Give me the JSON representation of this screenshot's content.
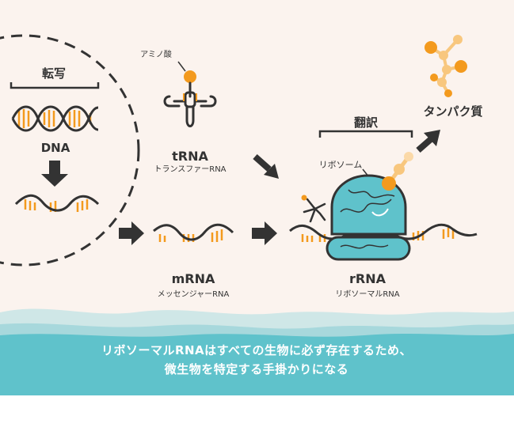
{
  "labels": {
    "transcription": "転写",
    "dna": "DNA",
    "amino_acid": "アミノ酸",
    "trna": "tRNA",
    "trna_sub": "トランスファーRNA",
    "mrna": "mRNA",
    "mrna_sub": "メッセンジャーRNA",
    "translation": "翻訳",
    "ribosome": "リボソーム",
    "protein": "タンパク質",
    "rrna": "rRNA",
    "rrna_sub": "リボソーマルRNA"
  },
  "caption": {
    "line1": "リボソーマルRNAはすべての生物に必ず存在するため、",
    "line2": "微生物を特定する手掛かりになる"
  },
  "colors": {
    "background": "#fbf3ee",
    "teal": "#5fc2cb",
    "teal_dark": "#48aeb8",
    "wave_light": "#cfe7e7",
    "orange": "#f39a1e",
    "orange_light": "#f8c77e",
    "ink": "#333333"
  }
}
